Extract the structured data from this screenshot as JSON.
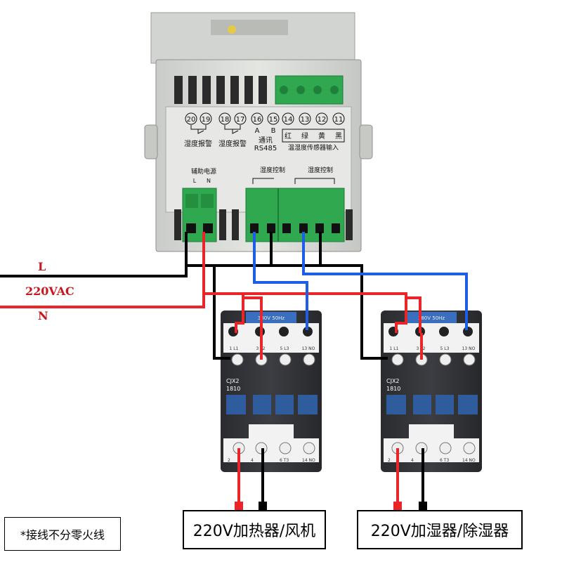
{
  "power": {
    "line_label": "L",
    "voltage_label": "220VAC",
    "neutral_label": "N"
  },
  "controller": {
    "terminal_numbers": [
      "20",
      "19",
      "18",
      "17",
      "16",
      "15",
      "14",
      "13",
      "12",
      "11"
    ],
    "alarm1_label": "湿度报警",
    "alarm2_label": "湿度报警",
    "comm_a": "A",
    "comm_b": "B",
    "comm_label": "通讯",
    "comm_protocol": "RS485",
    "wire_colors": [
      "红",
      "绿",
      "黄",
      "黑"
    ],
    "sensor_label": "温湿度传感器输入",
    "aux_power_label": "辅助电源",
    "aux_l": "L",
    "aux_n": "N",
    "temp_control_label": "湿度控制",
    "humidity_control_label": "湿度控制"
  },
  "contactors": [
    {
      "model": "CJX2",
      "code": "1810",
      "top_terminals": [
        "1 L1",
        "3 L2",
        "5 L3",
        "13 NO"
      ],
      "bottom_terminals": [
        "2",
        "4",
        "6 T3",
        "14 NO"
      ],
      "rating": "380V 50Hz"
    },
    {
      "model": "CJX2",
      "code": "1810",
      "top_terminals": [
        "1 L1",
        "3 L2",
        "5 L3",
        "13 NO"
      ],
      "bottom_terminals": [
        "2",
        "4",
        "6 T3",
        "14 NO"
      ],
      "rating": "380V 50Hz"
    }
  ],
  "loads": {
    "heater_fan": "220V加热器/风机",
    "humidifier_dehumidifier": "220V加湿器/除湿器"
  },
  "note": "*接线不分零火线",
  "colors": {
    "line_wire": "#000000",
    "neutral_wire": "#e8262a",
    "signal_wire": "#1e5ee6",
    "terminal_green": "#2fa84f",
    "label_red": "#c8161d"
  }
}
